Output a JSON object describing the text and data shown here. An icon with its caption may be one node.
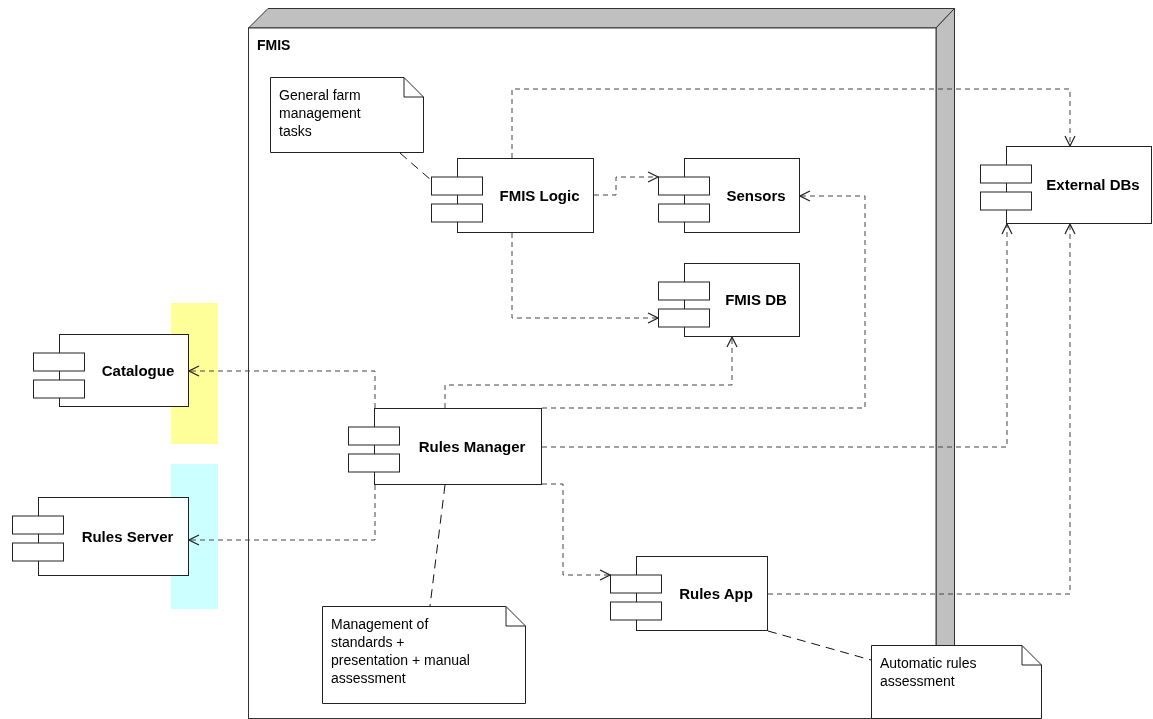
{
  "diagram": {
    "nodes": [
      {
        "text": [
          "FMIS"
        ]
      },
      {
        "text": [
          "General farm management tasks"
        ],
        "in": 0
      },
      {
        "text": [
          "FMIS Logic"
        ],
        "in": 0
      },
      {
        "text": [
          "Sensors"
        ],
        "in": 0
      },
      {
        "text": [
          "FMIS DB"
        ],
        "in": 0
      },
      {
        "text": [
          "External DBs"
        ]
      },
      {
        "text": [
          "Catalogue"
        ]
      },
      {
        "text": [
          "Rules Manager"
        ],
        "in": 0
      },
      {
        "text": [
          "Rules Server"
        ]
      },
      {
        "text": [
          "Rules App"
        ],
        "in": 0
      },
      {
        "text": [
          "Management of standards + presentation + manual assessment"
        ],
        "in": 0
      },
      {
        "text": [
          "Automatic rules assessment"
        ]
      }
    ],
    "edges": [
      {
        "from": 1,
        "to": 2,
        "arrow": "none",
        "style": "dashed"
      },
      {
        "from": 2,
        "to": 3,
        "arrow": "to",
        "style": "dashed"
      },
      {
        "from": 2,
        "to": 4,
        "arrow": "to",
        "style": "dashed"
      },
      {
        "from": 2,
        "to": 5,
        "arrow": "to",
        "style": "dashed"
      },
      {
        "from": 7,
        "to": 6,
        "arrow": "to",
        "style": "dashed"
      },
      {
        "from": 7,
        "to": 8,
        "arrow": "to",
        "style": "dashed"
      },
      {
        "from": 7,
        "to": 4,
        "arrow": "to",
        "style": "dashed"
      },
      {
        "from": 7,
        "to": 3,
        "arrow": "to",
        "style": "dashed"
      },
      {
        "from": 7,
        "to": 5,
        "arrow": "to",
        "style": "dashed"
      },
      {
        "from": 7,
        "to": 9,
        "arrow": "to",
        "style": "dashed"
      },
      {
        "from": 7,
        "to": 10,
        "arrow": "none",
        "style": "dashed"
      },
      {
        "from": 9,
        "to": 5,
        "arrow": "to",
        "style": "dashed"
      },
      {
        "from": 9,
        "to": 11,
        "arrow": "none",
        "style": "dashed"
      }
    ]
  }
}
